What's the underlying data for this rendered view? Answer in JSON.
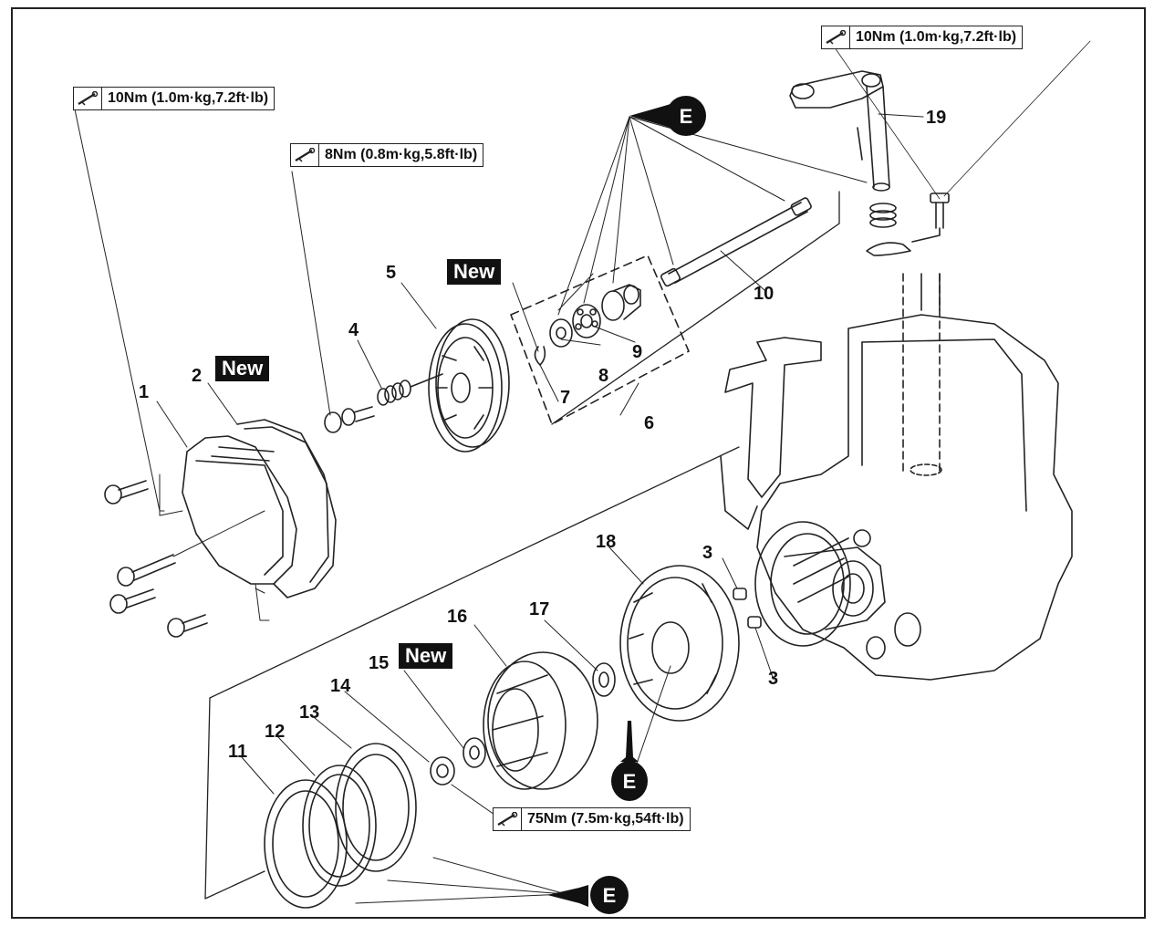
{
  "torque_specs": {
    "cover_bolt": "10Nm (1.0m·kg,7.2ft·lb)",
    "spring_bolt": "8Nm (0.8m·kg,5.8ft·lb)",
    "lever_bolt": "10Nm (1.0m·kg,7.2ft·lb)",
    "boss_nut": "75Nm (7.5m·kg,54ft·lb)"
  },
  "new_label": "New",
  "oil_label": "E",
  "callouts": {
    "c1": "1",
    "c2": "2",
    "c3a": "3",
    "c3b": "3",
    "c4": "4",
    "c5": "5",
    "c6": "6",
    "c7": "7",
    "c8": "8",
    "c9": "9",
    "c10": "10",
    "c11": "11",
    "c12": "12",
    "c13": "13",
    "c14": "14",
    "c15": "15",
    "c16": "16",
    "c17": "17",
    "c18": "18",
    "c19": "19"
  },
  "icons": {
    "torque": "torque-wrench-icon",
    "oil": "engine-oil-icon"
  }
}
